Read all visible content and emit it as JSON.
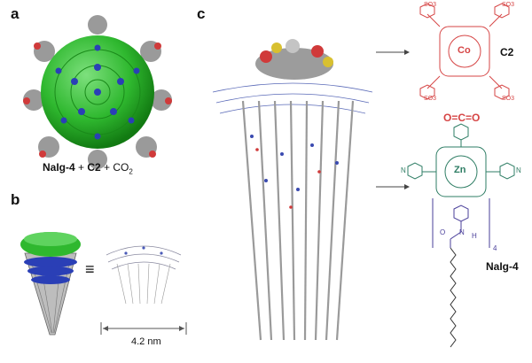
{
  "panels": {
    "a": {
      "letter": "a",
      "caption_parts": [
        "NaIg-4",
        " + ",
        "C2",
        " + CO",
        "2"
      ]
    },
    "b": {
      "letter": "b",
      "equiv": "≡",
      "scale": "4.2 nm"
    },
    "c": {
      "letter": "c",
      "c2_label": "C2",
      "co2_label": "O=C=O",
      "metal_co": "Co",
      "metal_zn": "Zn",
      "so3": "SO3",
      "nalg_label": "NaIg-4",
      "amide_nh": "N",
      "amide_h": "H",
      "amide_o": "O",
      "subscript_4": "4",
      "n_plus": "N",
      "n_minus": "N"
    }
  },
  "colors": {
    "green": "#2fb82f",
    "blue": "#2a3fb6",
    "red": "#d64545",
    "teal": "#2e7d64",
    "purple": "#4a3f9a",
    "gray": "#8a8a8a"
  }
}
